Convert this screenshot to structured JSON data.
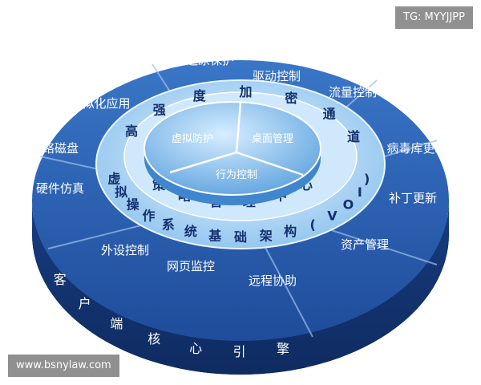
{
  "diagram": {
    "outer_segments": [
      "还原保护",
      "驱动控制",
      "流量控制",
      "病毒库更新",
      "补丁更新",
      "资产管理",
      "远程协助",
      "网页监控",
      "外设控制",
      "硬件仿真",
      "网络磁盘",
      "虚拟化应用"
    ],
    "core_segments": [
      "虚拟防护",
      "桌面管理",
      "行为控制"
    ],
    "ring_upper": [
      "高",
      "强",
      "度",
      "加",
      "密",
      "通",
      "道"
    ],
    "ring_lower": [
      "虚",
      "拟",
      "操",
      "作",
      "系",
      "统",
      "基",
      "础",
      "架",
      "构",
      "(",
      "V",
      "O",
      "I",
      ")"
    ],
    "ring_inner": [
      "策",
      "略",
      "管",
      "理",
      "中",
      "心"
    ],
    "rim_label": [
      "客",
      "户",
      "端",
      "核",
      "心",
      "引",
      "擎"
    ],
    "colors": {
      "outer": "#2d62b5",
      "outer_dark": "#1b3f82",
      "ring": "#bfe0fb",
      "core": "#a4d1f4",
      "rim": "#173a7c"
    }
  },
  "watermarks": {
    "top_right": "TG: MYYJJPP",
    "bottom_left": "www.bsnylaw.com"
  }
}
